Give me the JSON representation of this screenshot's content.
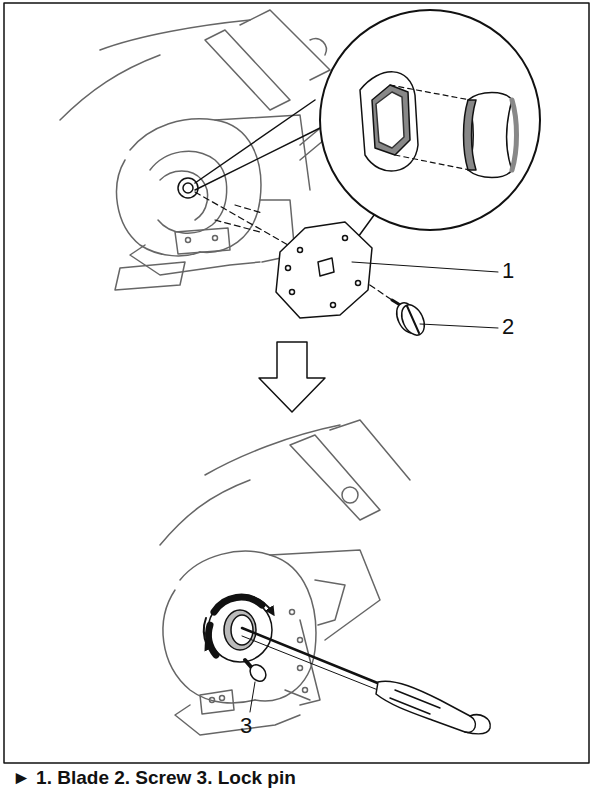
{
  "diagram": {
    "caption": "► 1. Blade 2. Screw 3. Lock pin",
    "labels": [
      "1",
      "2",
      "3"
    ]
  }
}
